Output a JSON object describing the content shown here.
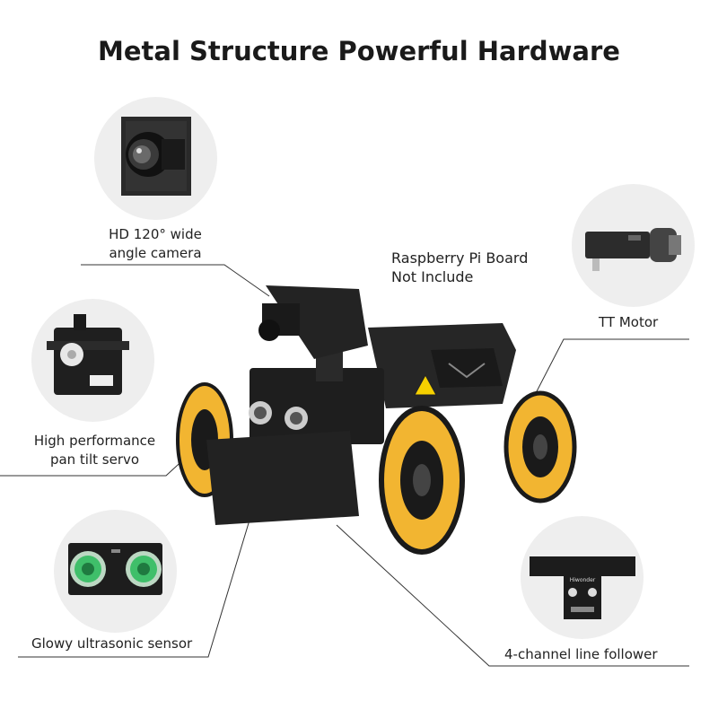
{
  "title": "Metal Structure Powerful Hardware",
  "features": {
    "camera": {
      "line1": "HD 120° wide",
      "line2": "angle camera"
    },
    "servo": {
      "line1": "High performance",
      "line2": "pan tilt servo"
    },
    "ultrasonic": {
      "label": "Glowy ultrasonic sensor"
    },
    "motor": {
      "label": "TT Motor"
    },
    "line_follower": {
      "label": "4-channel line follower",
      "board_text": "Hiwonder"
    },
    "raspberry": {
      "line1": "Raspberry Pi Board",
      "line2": "Not Include"
    }
  },
  "colors": {
    "wheel_yellow": "#f2b531",
    "chassis_black": "#1c1c1c",
    "circle_bg": "#eeeeee",
    "sensor_green": "#3fbf6a",
    "warning_yellow": "#f5d000"
  }
}
